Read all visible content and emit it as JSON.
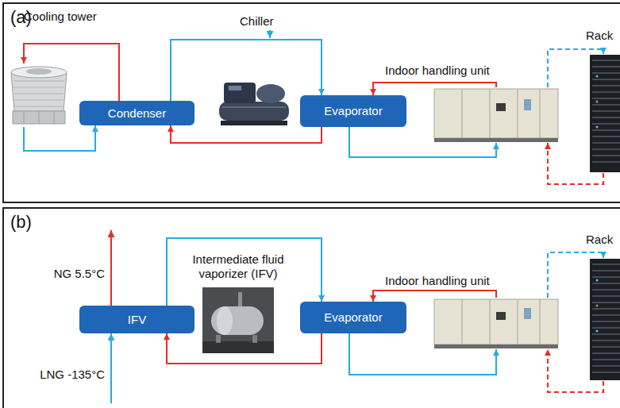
{
  "diagram": {
    "nodes": [
      {
        "text": [
          "(a)"
        ]
      },
      {
        "text": [
          "Cooling tower"
        ],
        "in": 0
      },
      {
        "text": [
          "Condenser"
        ],
        "in": 0
      },
      {
        "text": [
          "Chiller"
        ],
        "in": 0
      },
      {
        "text": [
          "Evaporator"
        ],
        "in": 0
      },
      {
        "text": [
          "Indoor handling unit"
        ],
        "in": 0
      },
      {
        "text": [
          "Rack"
        ],
        "in": 0
      },
      {
        "text": [
          "(b)"
        ]
      },
      {
        "text": [
          "IFV"
        ],
        "in": 7
      },
      {
        "text": [
          "Intermediate fluid vaporizer (IFV)"
        ],
        "in": 7
      },
      {
        "text": [
          "Evaporator"
        ],
        "in": 7
      },
      {
        "text": [
          "Indoor handling unit"
        ],
        "in": 7
      },
      {
        "text": [
          "Rack"
        ],
        "in": 7
      }
    ],
    "edges": [
      {
        "from": 2,
        "to": 1,
        "arrow": "to"
      },
      {
        "from": 1,
        "to": 2,
        "arrow": "to"
      },
      {
        "from": 2,
        "to": 4,
        "arrow": "to"
      },
      {
        "from": 4,
        "to": 2,
        "arrow": "to"
      },
      {
        "from": 5,
        "to": 4,
        "arrow": "to"
      },
      {
        "from": 4,
        "to": 5,
        "arrow": "to"
      },
      {
        "from": 5,
        "to": 6,
        "arrow": "to"
      },
      {
        "from": 6,
        "to": 5,
        "arrow": "to"
      },
      {
        "from": 8,
        "to": 10,
        "arrow": "to"
      },
      {
        "from": 10,
        "to": 8,
        "arrow": "to"
      },
      {
        "from": 11,
        "to": 10,
        "arrow": "to"
      },
      {
        "from": 10,
        "to": 11,
        "arrow": "to"
      },
      {
        "from": 11,
        "to": 12,
        "arrow": "to"
      },
      {
        "from": 12,
        "to": 11,
        "arrow": "to"
      }
    ],
    "labels": [
      "NG 5.5°C",
      "LNG -135°C"
    ]
  }
}
